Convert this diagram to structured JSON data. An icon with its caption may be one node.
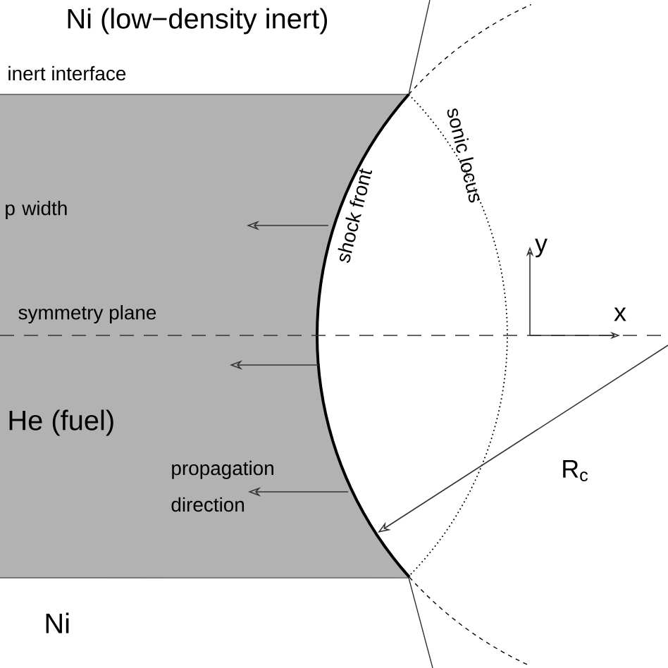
{
  "diagram": {
    "labels": [
      "Ni (low−density inert)",
      "inert interface",
      "p width",
      "sonic locus",
      "y",
      "shock front",
      "x",
      "symmetry plane",
      "He (fuel)",
      "R$_{c}$",
      "propagation direction",
      "Ni"
    ]
  }
}
